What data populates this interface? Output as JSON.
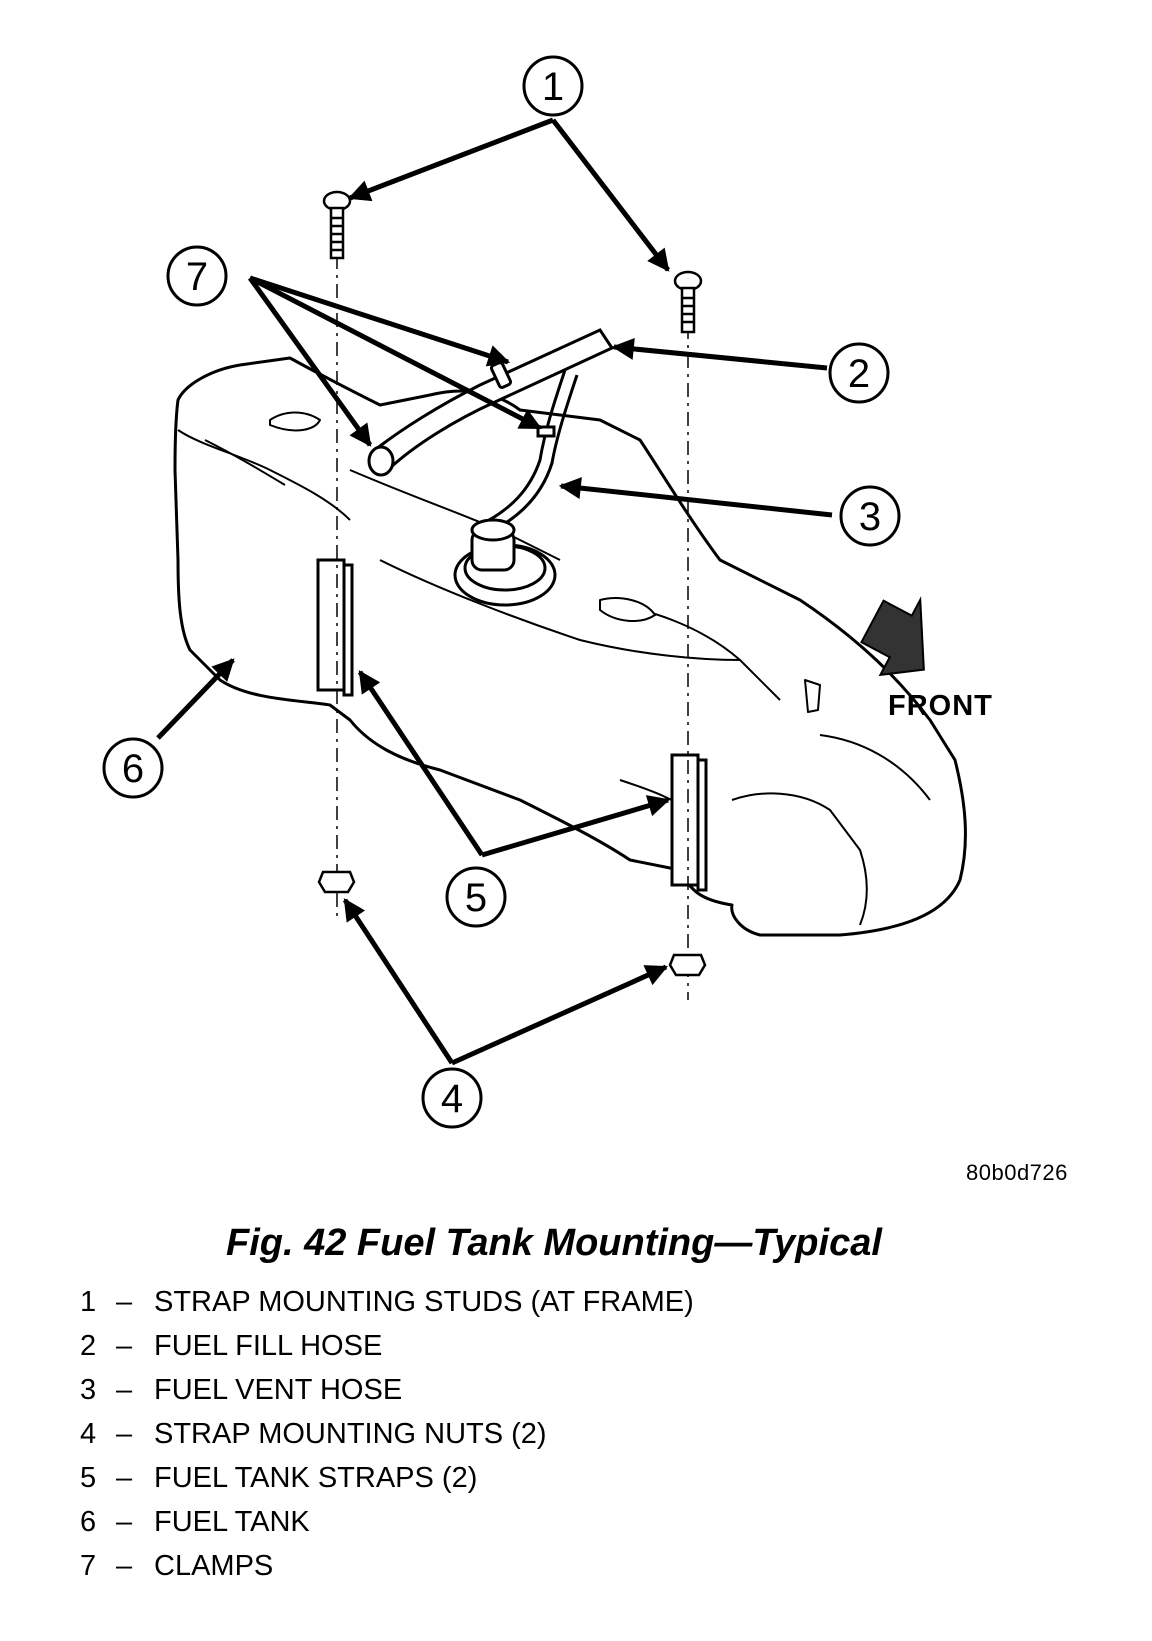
{
  "figure": {
    "callouts": [
      "1",
      "2",
      "3",
      "4",
      "5",
      "6",
      "7"
    ],
    "direction_label": "FRONT",
    "image_code": "80b0d726",
    "caption": "Fig. 42 Fuel Tank Mounting—Typical"
  },
  "legend": [
    {
      "num": "1",
      "sep": "–",
      "text": "STRAP MOUNTING STUDS (AT FRAME)"
    },
    {
      "num": "2",
      "sep": "–",
      "text": "FUEL FILL HOSE"
    },
    {
      "num": "3",
      "sep": "–",
      "text": "FUEL VENT HOSE"
    },
    {
      "num": "4",
      "sep": "–",
      "text": "STRAP MOUNTING NUTS (2)"
    },
    {
      "num": "5",
      "sep": "–",
      "text": "FUEL TANK STRAPS (2)"
    },
    {
      "num": "6",
      "sep": "–",
      "text": "FUEL TANK"
    },
    {
      "num": "7",
      "sep": "–",
      "text": "CLAMPS"
    }
  ]
}
